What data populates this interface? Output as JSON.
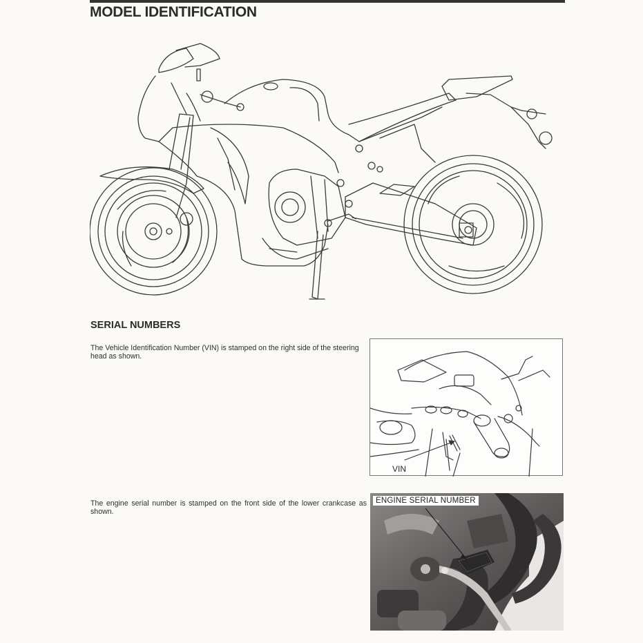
{
  "header": {
    "title": "MODEL IDENTIFICATION"
  },
  "figure_main": {
    "description": "Motorcycle side-view line drawing (right side)"
  },
  "serial_numbers": {
    "title": "SERIAL NUMBERS",
    "vin_text": "The Vehicle Identification Number (VIN) is stamped on the right side of the steering head as shown.",
    "vin_figure": {
      "label": "VIN"
    },
    "engine_text": "The engine serial number is stamped on the front side of the lower crankcase as shown.",
    "engine_figure": {
      "label": "ENGINE SERIAL NUMBER"
    }
  },
  "colors": {
    "paper": "#fbfaf7",
    "ink": "#2b2b2b",
    "rule": "#333333",
    "photo_dark": "#5a5757"
  }
}
